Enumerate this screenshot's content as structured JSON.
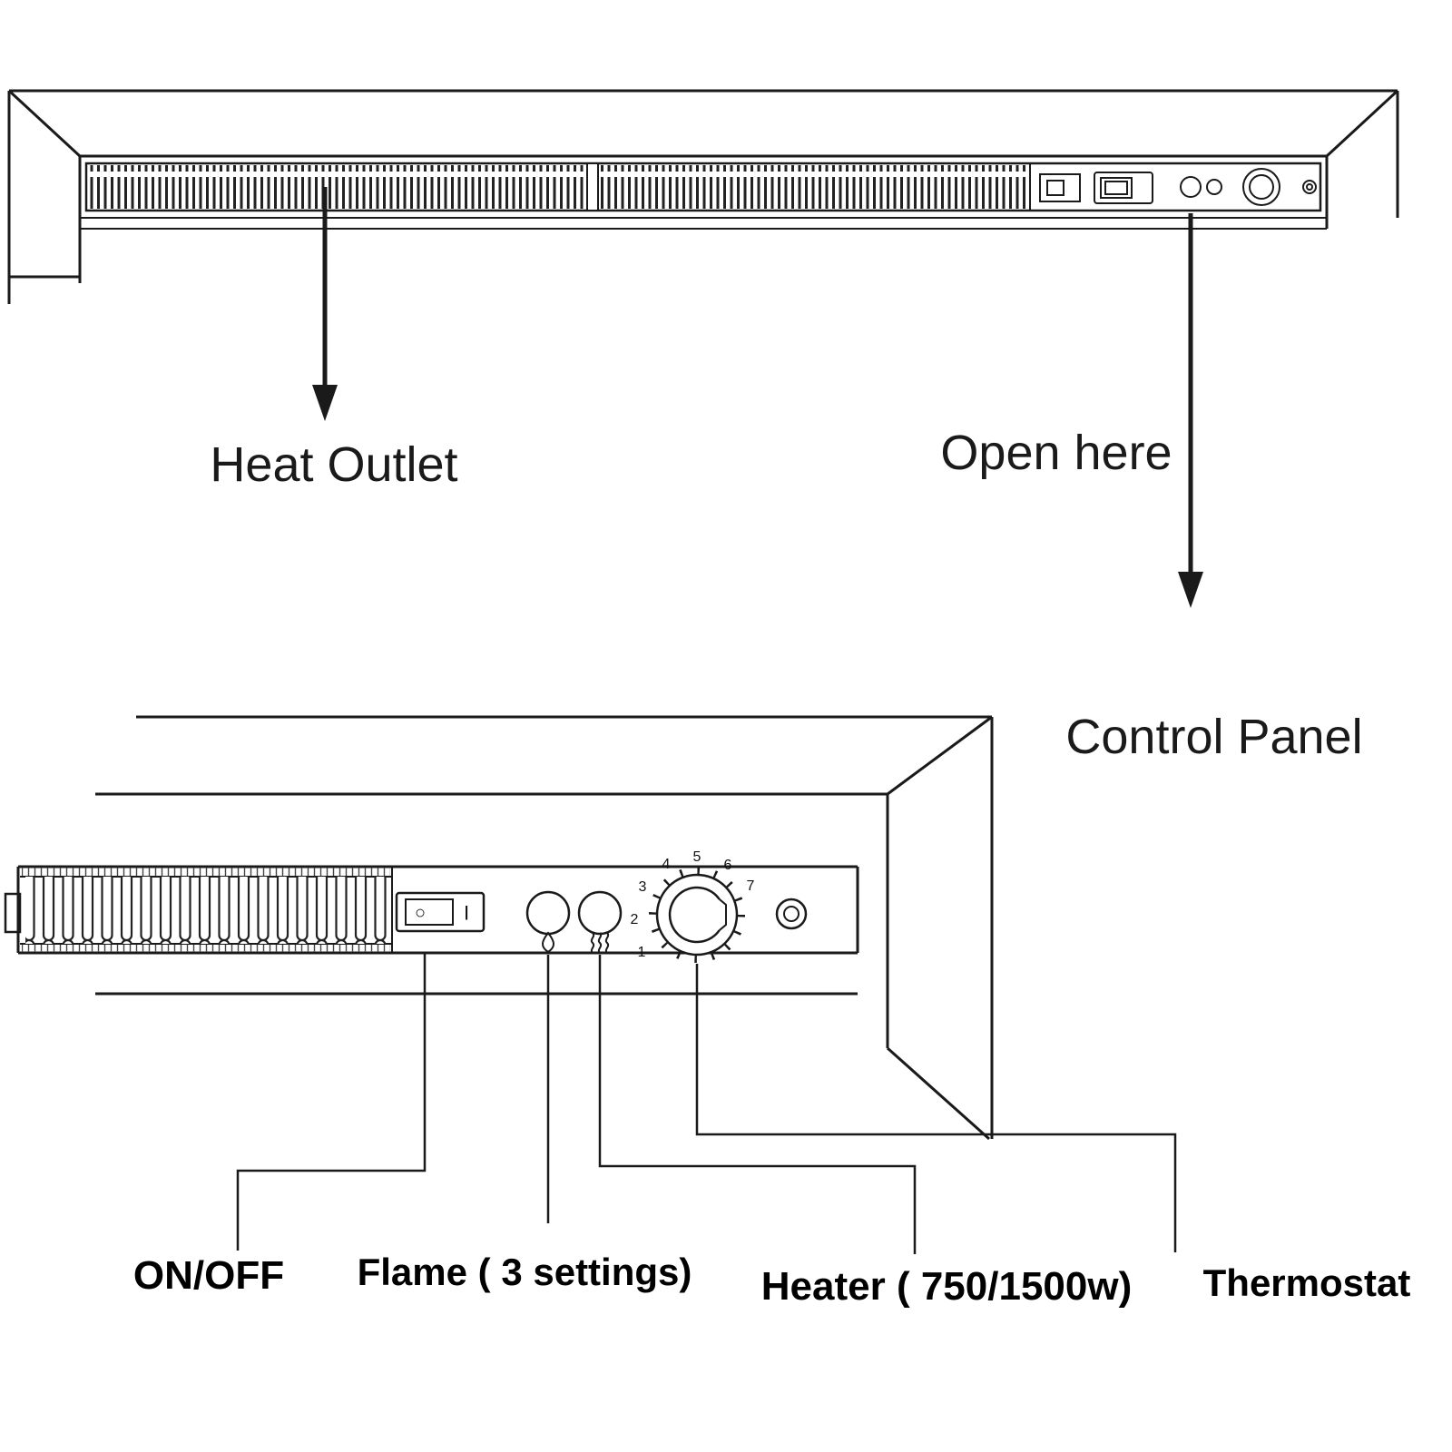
{
  "colors": {
    "line": "#1a1a1a",
    "text": "#111111",
    "background": "#ffffff"
  },
  "top_view": {
    "heat_outlet_label": "Heat Outlet",
    "open_here_label": "Open here"
  },
  "control_panel_view": {
    "title": "Control Panel",
    "labels": {
      "on_off": "ON/OFF",
      "flame": "Flame ( 3 settings)",
      "heater": "Heater ( 750/1500w)",
      "thermostat": "Thermostat"
    },
    "switch": {
      "off_symbol": "○",
      "on_symbol": "I"
    },
    "dial_numbers": [
      "1",
      "2",
      "3",
      "4",
      "5",
      "6",
      "7"
    ],
    "icons": {
      "flame_button_icon": "flame-drop",
      "heater_button_icon": "heat-waves",
      "power_switch_icon": "rocker-switch",
      "thermostat_icon": "dial-knob"
    }
  }
}
